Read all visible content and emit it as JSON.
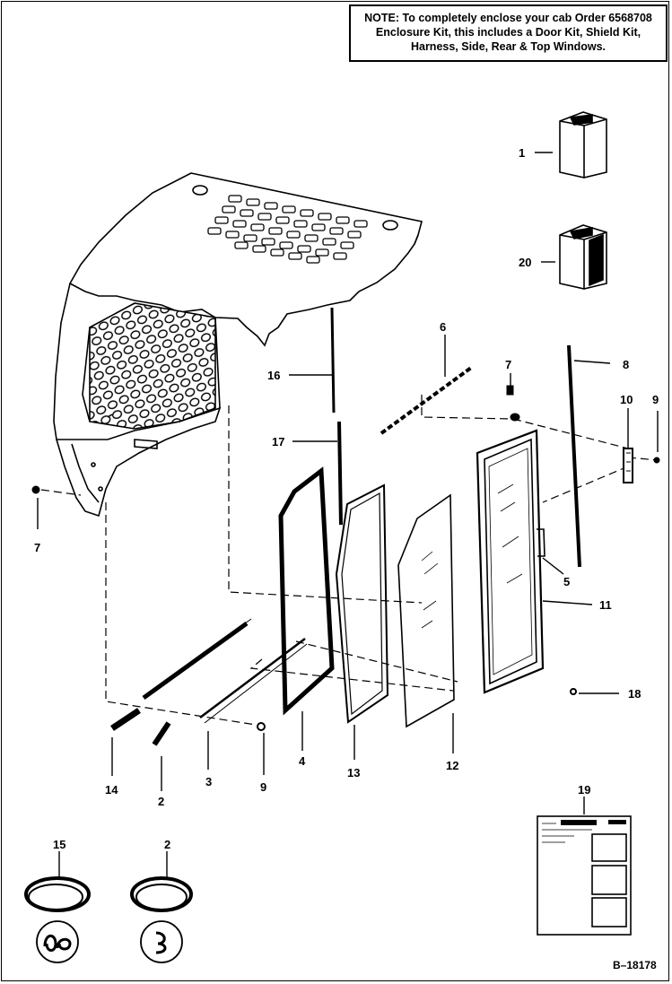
{
  "note": {
    "label": "NOTE:",
    "text": "To completely enclose your cab Order 6568708 Enclosure Kit, this includes a Door Kit, Shield Kit, Harness, Side, Rear & Top Windows."
  },
  "callouts": {
    "c1": "1",
    "c20": "20",
    "c6": "6",
    "c7a": "7",
    "c8": "8",
    "c10": "10",
    "c9a": "9",
    "c16": "16",
    "c17": "17",
    "c7b": "7",
    "c5": "5",
    "c11": "11",
    "c18": "18",
    "c14": "14",
    "c2a": "2",
    "c3": "3",
    "c9b": "9",
    "c4": "4",
    "c13": "13",
    "c12": "12",
    "c19": "19",
    "c15": "15",
    "c2b": "2"
  },
  "instruction_sheet": {
    "header": "INSTRUCTIONS"
  },
  "figure_ref": "B–18178"
}
